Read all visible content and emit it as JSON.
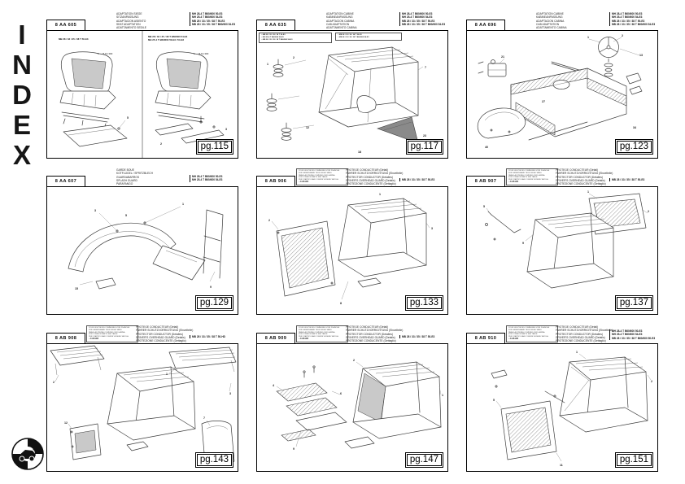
{
  "page": {
    "index_letters": [
      "I",
      "N",
      "D",
      "E",
      "X"
    ]
  },
  "colors": {
    "ink": "#161616",
    "diagram_line": "#3c3c3c",
    "panel_fill_light": "#c9c9c9",
    "panel_fill_dark": "#8a8a8a"
  },
  "panels": [
    {
      "code": "8 AA 605",
      "page": "pg.115",
      "titles": [
        "ADAPTATION SIEGE",
        "SITZANPASSUNG",
        "ADAPTACION ASIENTO",
        "SEAT ADAPTATION",
        "ADATTAMENTO SEDILE"
      ],
      "models": [
        "MH 28-4 T B60/600 50-E3",
        "MH 25-4 T B60/600 54-E3",
        "MB 28 / 33 / 35 / 38 T 50-E3",
        "MB 28 / 33 / 35 / 38 T B60/600 54-E3"
      ],
      "seat_label_left": "MB 28 / 33 / 35 / 38 T 50-E3",
      "seat_labels_right": [
        "MB 28 / 33 / 35 / 38 T B60/600 54-E3",
        "MH 25-4 T B60/600 50-E3 / 54-E3"
      ],
      "ref_left": "1 → 8 AA 300",
      "ref_right": "1 → 8 AA 300",
      "callouts": [
        "5",
        "2",
        "3",
        "4"
      ]
    },
    {
      "code": "8 AA 635",
      "page": "pg.117",
      "titles": [
        "ADAPTATION CABINE",
        "KABINEANPASSUNG",
        "ADAPTACION CABINA",
        "CAB ADAPTATION",
        "ADATTAMENTO CABINA"
      ],
      "models": [
        "MH 28-4 T B60/600 50-E3",
        "MH 25-4 T B60/600 54-E3",
        "MB 28 / 33 / 35 / 38 T 50-E3",
        "MB 28 / 33 / 35 / 38 T B60/600 54-E3"
      ],
      "options_a": [
        "□ MB 28 / 33 / 35 / 38 T 50-E3",
        "□ MH 25-4 T B60/600 50-E3",
        "□ MB 28 / 33 / 35 / 38 T B60/600 54-E3"
      ],
      "options_b": [
        "□ MB 28 / 33 / 35 / 38 T 50-E3",
        "□ MB 28 / 33 / 35 / 38 T B60/600 54-E3"
      ],
      "callouts": [
        "1",
        "2",
        "7",
        "12",
        "18",
        "23"
      ]
    },
    {
      "code": "8 AA 696",
      "page": "pg.123",
      "titles": [
        "ADAPTATION CABINE",
        "KABINEANPASSUNG",
        "ADAPTACION CABINA",
        "CAB ADAPTATION",
        "ADATTAMENTO CABINA"
      ],
      "models": [
        "MH 28-4 T B60/600 50-E3",
        "MH 25-4 T B60/600 54-E3",
        "MB 28 / 33 / 35 / 38 T 50-E3",
        "MB 28 / 33 / 35 / 38 T B60/600 54-E3"
      ],
      "callouts": [
        "1",
        "2",
        "13",
        "21",
        "27",
        "40",
        "34"
      ]
    },
    {
      "code": "8 AA 607",
      "page": "pg.129",
      "titles": [
        "GARDE BOUE",
        "KOTFLÜGEL / SPRITZBLECH",
        "GUARDABARROS",
        "SPLASH GUARD",
        "PARAFANGO"
      ],
      "models": [
        "MH 28-4 T B60/600 50-E3",
        "MH 25-4 T B60/600 54-E3"
      ],
      "callouts": [
        "3",
        "1",
        "9",
        "15",
        "5"
      ]
    },
    {
      "code": "8 AB 906",
      "page": "pg.133",
      "titles": [
        "PROTEGE CONDUCTEUR (Détail)",
        "FAHRER SCHUTZVORRICHTUNG (Einzelteile)",
        "PROTECTOR CONDUCTOR (Detalles)",
        "DRIVER'S OVERHEAD GUARD (Details)",
        "PROTEZIONE CONDUCENTE (Dettaglio)"
      ],
      "models": [
        "MB 28 / 33 / 35 / 38 T 50-E3"
      ],
      "note_lines": [
        "POUR LES PIECES COMMUNES VOIR PLANCHE",
        "FÜR GEMEINSAME TEILE SIEHE TAFEL",
        "PARA LAS PIEZAS COMUNES VER LAMINA",
        "FOR COMMON PARTS SEE TABLE",
        "PER I PARTICOLARI COMUNI VEDERE TAVOLA"
      ],
      "note_code": "□ 8 AB 905",
      "callouts": [
        "2",
        "8",
        "3",
        "1"
      ]
    },
    {
      "code": "8 AB 907",
      "page": "pg.137",
      "titles": [
        "PROTEGE CONDUCTEUR (Détail)",
        "FAHRER SCHUTZVORRICHTUNG (Einzelteile)",
        "PROTECTOR CONDUCTOR (Detalles)",
        "DRIVER'S OVERHEAD GUARD (Details)",
        "PROTEZIONE CONDUCENTE (Dettaglio)"
      ],
      "models": [
        "MB 28 / 33 / 35 / 38 T 50-E3"
      ],
      "note_lines": [
        "POUR LES PIECES COMMUNES VOIR PLANCHE",
        "FÜR GEMEINSAME TEILE SIEHE TAFEL",
        "PARA LAS PIEZAS COMUNES VER LAMINA",
        "FOR COMMON PARTS SEE TABLE",
        "PER I PARTICOLARI COMUNI VEDERE TAVOLA"
      ],
      "note_code": "□ 8 AB 905",
      "callouts": [
        "1",
        "2",
        "5",
        "9"
      ]
    },
    {
      "code": "8 AB 908",
      "page": "pg.143",
      "titles": [
        "PROTEGE CONDUCTEUR (Détail)",
        "FAHRER SCHUTZVORRICHTUNG (Einzelteile)",
        "PROTECTOR CONDUCTOR (Detalles)",
        "DRIVER'S OVERHEAD GUARD (Details)",
        "PROTEZIONE CONDUCENTE (Dettaglio)"
      ],
      "models": [
        "MB 28 / 33 / 35 / 38 T 50-HD"
      ],
      "note_lines": [
        "POUR LES PIECES COMMUNES VOIR PLANCHE",
        "FÜR GEMEINSAME TEILE SIEHE TAFEL",
        "PARA LAS PIEZAS COMUNES VER LAMINA",
        "FOR COMMON PARTS SEE TABLE",
        "PER I PARTICOLARI COMUNI VEDERE TAVOLA"
      ],
      "note_code": "□ 8 AB 905",
      "callouts": [
        "2",
        "1",
        "3",
        "12",
        "7"
      ]
    },
    {
      "code": "8 AB 909",
      "page": "pg.147",
      "titles": [
        "PROTEGE CONDUCTEUR (Détail)",
        "FAHRER SCHUTZVORRICHTUNG (Einzelteile)",
        "PROTECTOR CONDUCTOR (Detalles)",
        "DRIVER'S OVERHEAD GUARD (Details)",
        "PROTEZIONE CONDUCENTE (Dettaglio)"
      ],
      "models": [
        "MB 28 / 33 / 35 / 38 T 50-E3"
      ],
      "note_lines": [
        "POUR LES PIECES COMMUNES VOIR PLANCHE",
        "FÜR GEMEINSAME TEILE SIEHE TAFEL",
        "PARA LAS PIEZAS COMUNES VER LAMINA",
        "FOR COMMON PARTS SEE TABLE",
        "PER I PARTICOLARI COMUNI VEDERE TAVOLA"
      ],
      "note_code": "□ 8 AB 905",
      "callouts": [
        "4",
        "6",
        "9",
        "1",
        "2"
      ]
    },
    {
      "code": "8 AB 910",
      "page": "pg.151",
      "titles": [
        "PROTEGE CONDUCTEUR (Détail)",
        "FAHRER SCHUTZVORRICHTUNG (Einzelteile)",
        "PROTECTOR CONDUCTOR (Detalles)",
        "DRIVER'S OVERHEAD GUARD (Details)",
        "PROTEZIONE CONDUCENTE (Dettaglio)"
      ],
      "models": [
        "MH 28-4 T B60/600 50-E3",
        "MH 25-4 T B60/600 54-E3",
        "MB 28 / 33 / 35 / 38 T B60/600 50-E3"
      ],
      "note_lines": [
        "POUR LES PIECES COMMUNES VOIR PLANCHE",
        "FÜR GEMEINSAME TEILE SIEHE TAFEL",
        "PARA LAS PIEZAS COMUNES VER LAMINA",
        "FOR COMMON PARTS SEE TABLE",
        "PER I PARTICOLARI COMUNI VEDERE TAVOLA"
      ],
      "note_code": "□ 8 AB 905",
      "callouts": [
        "1",
        "2",
        "5",
        "11"
      ]
    }
  ]
}
